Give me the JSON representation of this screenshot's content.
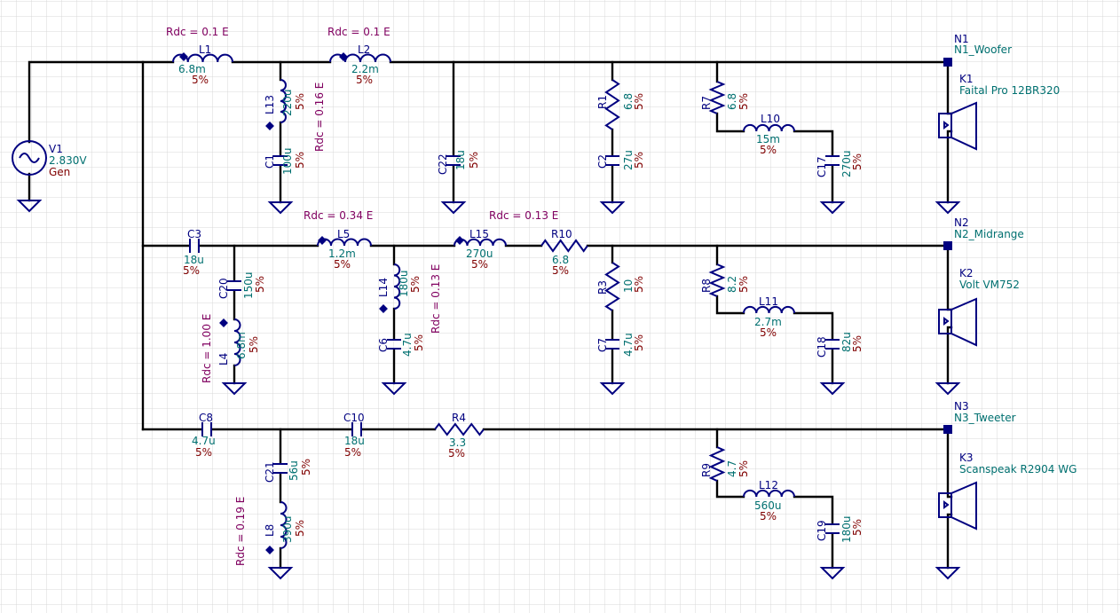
{
  "colors": {
    "background": "#ffffff",
    "grid": "#d9d9d9",
    "wire": "#000000",
    "component": "#000080",
    "name_text": "#000080",
    "value_text": "#007070",
    "tolerance_text": "#800000",
    "rdc_text": "#800060"
  },
  "nodes": [
    {
      "id": "N1",
      "label": "N1_Woofer"
    },
    {
      "id": "N2",
      "label": "N2_Midrange"
    },
    {
      "id": "N3",
      "label": "N3_Tweeter"
    }
  ],
  "speakers": [
    {
      "id": "K1",
      "model": "Faital Pro 12BR320"
    },
    {
      "id": "K2",
      "model": "Volt VM752"
    },
    {
      "id": "K3",
      "model": "Scanspeak R2904 WG"
    }
  ],
  "source": {
    "id": "V1",
    "voltage": "2.830V",
    "name": "Gen"
  },
  "components": {
    "L1": {
      "name": "L1",
      "value": "6.8m",
      "tol": "5%",
      "rdc": "Rdc = 0.1 E"
    },
    "L2": {
      "name": "L2",
      "value": "2.2m",
      "tol": "5%",
      "rdc": "Rdc = 0.1 E"
    },
    "L13": {
      "name": "L13",
      "value": "220u",
      "tol": "5%",
      "rdc": "Rdc = 0.16 E"
    },
    "C1": {
      "name": "C1",
      "value": "100u",
      "tol": "5%"
    },
    "C22": {
      "name": "C22",
      "value": "18u",
      "tol": "5%"
    },
    "R1": {
      "name": "R1",
      "value": "6.8",
      "tol": "5%"
    },
    "C2": {
      "name": "C2",
      "value": "27u",
      "tol": "5%"
    },
    "R7": {
      "name": "R7",
      "value": "6.8",
      "tol": "5%"
    },
    "L10": {
      "name": "L10",
      "value": "15m",
      "tol": "5%"
    },
    "C17": {
      "name": "C17",
      "value": "270u",
      "tol": "5%"
    },
    "C3": {
      "name": "C3",
      "value": "18u",
      "tol": "5%"
    },
    "C20": {
      "name": "C20",
      "value": "150u",
      "tol": "5%"
    },
    "L4": {
      "name": "L4",
      "value": "6.8m",
      "tol": "5%",
      "rdc": "Rdc = 1.00 E"
    },
    "L5": {
      "name": "L5",
      "value": "1.2m",
      "tol": "5%",
      "rdc": "Rdc = 0.34 E"
    },
    "L14": {
      "name": "L14",
      "value": "180u",
      "tol": "5%",
      "rdc": "Rdc = 0.13 E"
    },
    "C6": {
      "name": "C6",
      "value": "4.7u",
      "tol": "5%"
    },
    "L15": {
      "name": "L15",
      "value": "270u",
      "tol": "5%",
      "rdc": "Rdc = 0.13 E"
    },
    "R10": {
      "name": "R10",
      "value": "6.8",
      "tol": "5%"
    },
    "R3": {
      "name": "R3",
      "value": "10",
      "tol": "5%"
    },
    "C7": {
      "name": "C7",
      "value": "4.7u",
      "tol": "5%"
    },
    "R8": {
      "name": "R8",
      "value": "8.2",
      "tol": "5%"
    },
    "L11": {
      "name": "L11",
      "value": "2.7m",
      "tol": "5%"
    },
    "C18": {
      "name": "C18",
      "value": "82u",
      "tol": "5%"
    },
    "C8": {
      "name": "C8",
      "value": "4.7u",
      "tol": "5%"
    },
    "C10": {
      "name": "C10",
      "value": "18u",
      "tol": "5%"
    },
    "R4": {
      "name": "R4",
      "value": "3.3",
      "tol": "5%"
    },
    "C21": {
      "name": "C21",
      "value": "56u",
      "tol": "5%"
    },
    "L8": {
      "name": "L8",
      "value": "390u",
      "tol": "5%",
      "rdc": "Rdc = 0.19 E"
    },
    "R9": {
      "name": "R9",
      "value": "4.7",
      "tol": "5%"
    },
    "L12": {
      "name": "L12",
      "value": "560u",
      "tol": "5%"
    },
    "C19": {
      "name": "C19",
      "value": "180u",
      "tol": "5%"
    }
  }
}
